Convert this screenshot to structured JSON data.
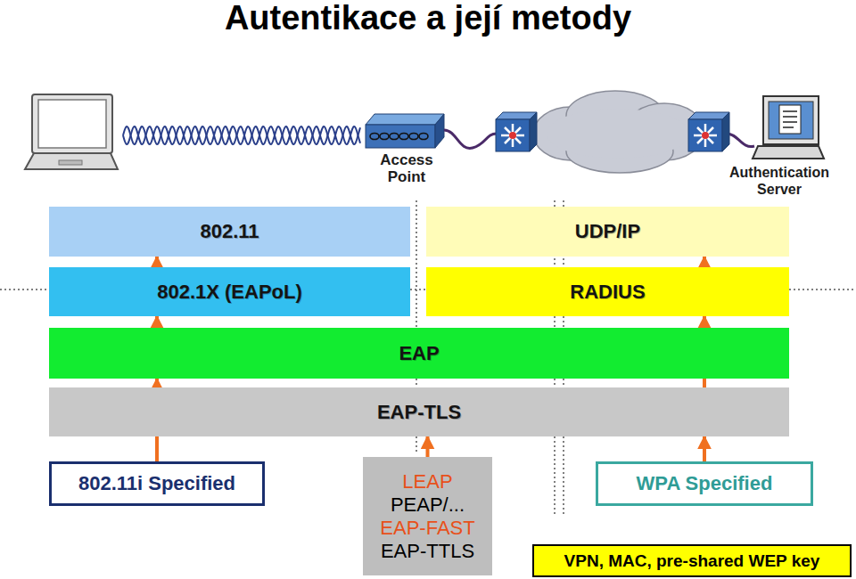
{
  "diagram": {
    "title": "Autentikace a její metody",
    "nodes": [
      {
        "text": [
          "802.11"
        ]
      },
      {
        "text": [
          "UDP/IP"
        ]
      },
      {
        "text": [
          "802.1X (EAPoL)"
        ]
      },
      {
        "text": [
          "RADIUS"
        ]
      },
      {
        "text": [
          "EAP"
        ]
      },
      {
        "text": [
          "EAP-TLS"
        ]
      },
      {
        "text": [
          "802.11i Specified"
        ]
      },
      {
        "text": [
          "LEAP",
          "PEAP/...",
          "EAP-FAST",
          "EAP-TTLS"
        ]
      },
      {
        "text": [
          "WPA Specified"
        ]
      },
      {
        "text": [
          "VPN, MAC, pre-shared WEP key"
        ]
      }
    ],
    "edges": [
      {
        "from": 7,
        "to": 5,
        "arrow": "to"
      },
      {
        "from": 6,
        "to": 0,
        "arrow": "to"
      },
      {
        "from": 6,
        "to": 2,
        "arrow": "to"
      },
      {
        "from": 6,
        "to": 4,
        "arrow": "to"
      },
      {
        "from": 8,
        "to": 1,
        "arrow": "to"
      },
      {
        "from": 8,
        "to": 3,
        "arrow": "to"
      },
      {
        "from": 8,
        "to": 5,
        "arrow": "to"
      }
    ],
    "labels": [
      "Access Point",
      "Authentication Server"
    ]
  }
}
